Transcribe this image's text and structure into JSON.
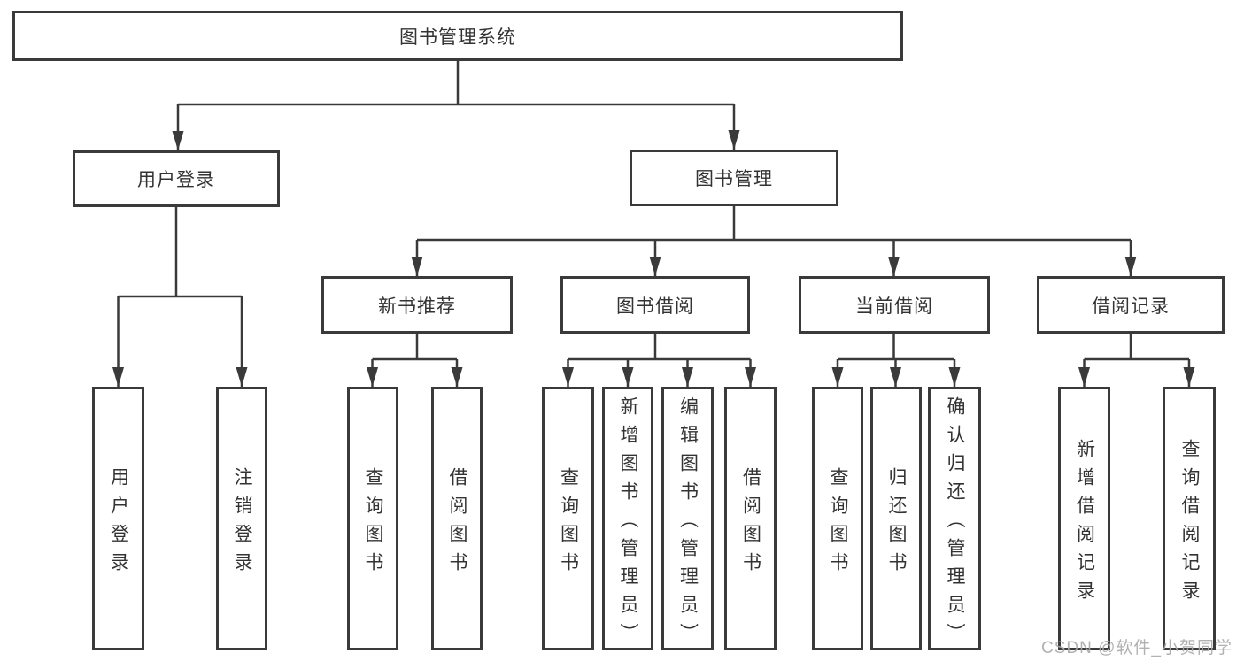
{
  "diagram_type": "function-structure-tree",
  "colors": {
    "background": "#ffffff",
    "line": "#3a3a3a",
    "box_border": "#3a3a3a",
    "text": "#333333",
    "watermark": "#a8a8a8"
  },
  "watermark": {
    "text": "CSDN @软件_小贺同学"
  },
  "tree": {
    "label": "图书管理系统",
    "children": [
      {
        "label": "用户登录",
        "children": [
          {
            "label": "用户登录"
          },
          {
            "label": "注销登录"
          }
        ]
      },
      {
        "label": "图书管理",
        "children": [
          {
            "label": "新书推荐",
            "children": [
              {
                "label": "查询图书"
              },
              {
                "label": "借阅图书"
              }
            ]
          },
          {
            "label": "图书借阅",
            "children": [
              {
                "label": "查询图书"
              },
              {
                "label": "新增图书（管理员）"
              },
              {
                "label": "编辑图书（管理员）"
              },
              {
                "label": "借阅图书"
              }
            ]
          },
          {
            "label": "当前借阅",
            "children": [
              {
                "label": "查询图书"
              },
              {
                "label": "归还图书"
              },
              {
                "label": "确认归还（管理员）"
              }
            ]
          },
          {
            "label": "借阅记录",
            "children": [
              {
                "label": "新增借阅记录"
              },
              {
                "label": "查询借阅记录"
              }
            ]
          }
        ]
      }
    ]
  }
}
